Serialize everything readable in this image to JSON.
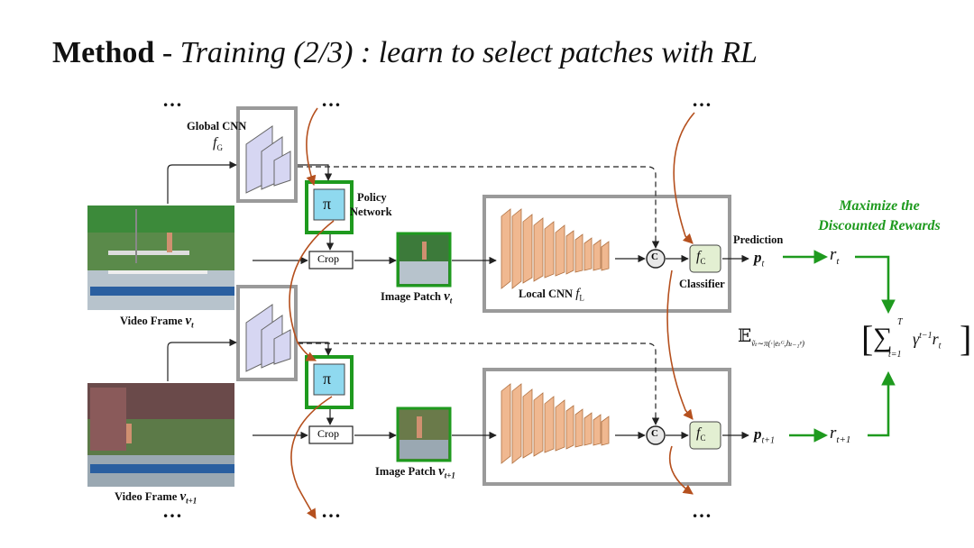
{
  "title": {
    "bold": "Method",
    "sep": " - ",
    "italic": "Training (2/3) : learn to select patches with RL"
  },
  "dots": "…",
  "labels": {
    "global_cnn": "Global CNN",
    "global_cnn_math": "f",
    "global_cnn_sub": "G",
    "policy_network_1": "Policy",
    "policy_network_2": "Network",
    "pi": "π",
    "crop": "Crop",
    "image_patch": "Image Patch",
    "local_cnn": "Local CNN",
    "local_cnn_math": "f",
    "local_cnn_sub": "L",
    "classifier": "Classifier",
    "classifier_math": "f",
    "classifier_sub": "C",
    "concat": "C",
    "prediction": "Prediction",
    "video_frame": "Video Frame",
    "maximize_1": "Maximize the",
    "maximize_2": "Discounted Rewards"
  },
  "math": {
    "v": "v",
    "t": "t",
    "t_plus_1": "t+1",
    "p": "p",
    "r": "r",
    "expectation": "𝔼",
    "exp_sub": "ṽₜ∼π(·|eₜᴳ,hₜ₋₁ᵖ)",
    "sum": "∑",
    "sum_top": "T",
    "sum_bottom": "t=1",
    "gamma": "γ",
    "gamma_exp": "t−1",
    "r_t": "r"
  },
  "colors": {
    "green_accent": "#1e9a1e",
    "orange_arrow": "#b5501e",
    "gray_box": "#9a9a9a",
    "pi_fill": "#8fd9ef",
    "classifier_fill": "#e3efd2",
    "cnn_orange": "#f0b890",
    "global_cnn_fill": "#d6d6f2"
  },
  "icons": {
    "video_frame_top": "diving-scene-image",
    "video_frame_bottom": "diving-scene-image",
    "patch_top": "diver-patch-image",
    "patch_bottom": "diver-patch-image"
  }
}
